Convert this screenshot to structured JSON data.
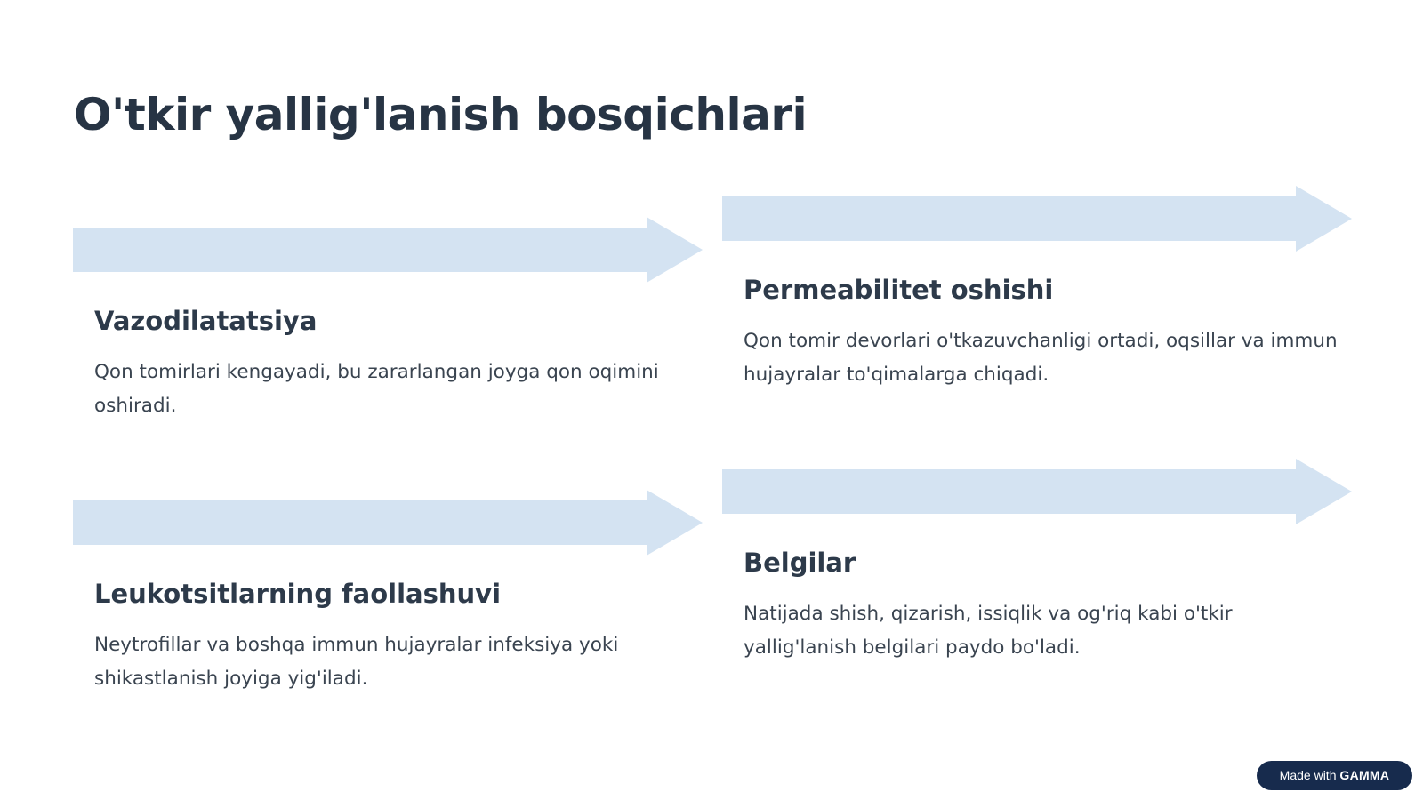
{
  "title": "O'tkir yallig'lanish bosqichlari",
  "steps": [
    {
      "heading": "Vazodilatatsiya",
      "text": "Qon tomirlari kengayadi, bu zararlangan joyga qon oqimini oshiradi."
    },
    {
      "heading": "Permeabilitet oshishi",
      "text": "Qon tomir devorlari o'tkazuvchanligi ortadi, oqsillar va immun hujayralar to'qimalarga chiqadi."
    },
    {
      "heading": "Leukotsitlarning faollashuvi",
      "text": "Neytrofillar va boshqa immun hujayralar infeksiya yoki shikastlanish joyiga yig'iladi."
    },
    {
      "heading": "Belgilar",
      "text": "Natijada shish, qizarish, issiqlik va og'riq kabi o'tkir yallig'lanish belgilari paydo bo'ladi."
    }
  ],
  "badge": {
    "prefix": "Made with",
    "brand": "GAMMA"
  },
  "colors": {
    "arrow": "#d4e3f2",
    "title": "#273444",
    "badge_bg": "#172b4d"
  }
}
